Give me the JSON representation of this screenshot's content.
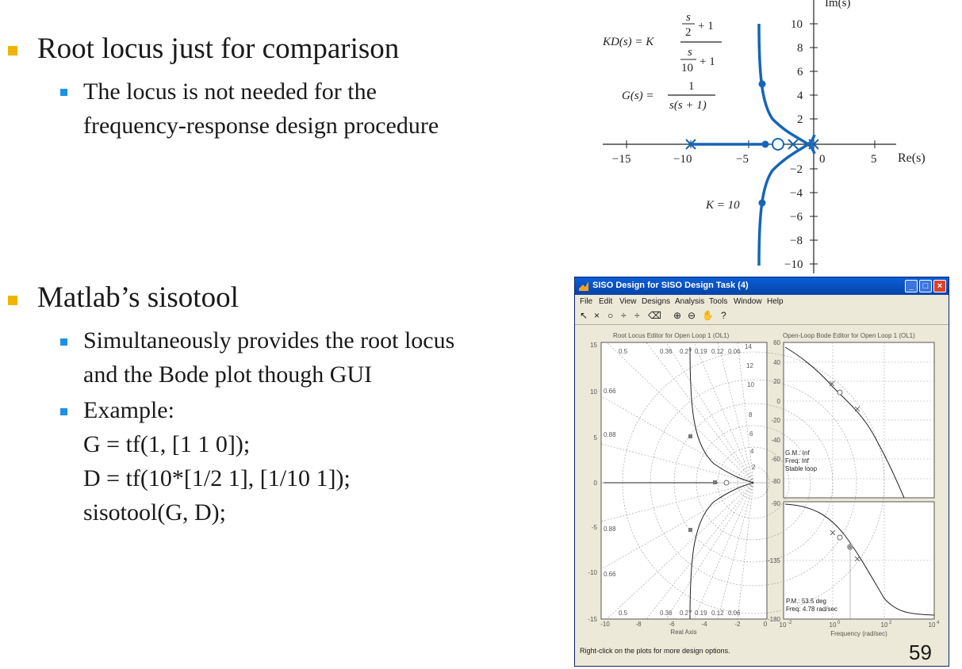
{
  "slide": {
    "bullet1": "Root locus just for comparison",
    "bullet1_sub": [
      "The locus is not needed for the",
      "frequency-response design procedure"
    ],
    "bullet2": "Matlab’s sisotool",
    "bullet2_sub1": [
      "Simultaneously provides the root locus",
      "and the Bode plot though GUI"
    ],
    "bullet2_sub2_label": "Example:",
    "code_lines": [
      "G = tf(1, [1 1 0]);",
      "D = tf(10*[1/2 1], [1/10 1]);",
      "sisotool(G, D);"
    ],
    "page_number": "59"
  },
  "figure": {
    "kd_lhs": "KD(s) = K",
    "kd_num": [
      "s",
      "2",
      "+ 1"
    ],
    "kd_den": [
      "s",
      "10",
      "+ 1"
    ],
    "g_lhs": "G(s) =",
    "g_num": "1",
    "g_den": "s(s + 1)",
    "k_label": "K = 10",
    "axis_im": "Im(s)",
    "axis_re": "Re(s)",
    "x_ticks": [
      "−15",
      "−10",
      "−5",
      "0",
      "5"
    ],
    "y_ticks": [
      "10",
      "8",
      "6",
      "4",
      "2",
      "−2",
      "−4",
      "−6",
      "−8",
      "−10"
    ]
  },
  "matlab": {
    "title": "SISO Design for SISO Design Task (4)",
    "menu": [
      "File",
      "Edit",
      "View",
      "Designs",
      "Analysis",
      "Tools",
      "Window",
      "Help"
    ],
    "toolbar_icons": [
      "pointer-icon",
      "add-pole-icon",
      "add-zero-icon",
      "add-lead-icon",
      "add-lag-icon",
      "eraser-icon",
      "zoom-in-icon",
      "zoom-out-icon",
      "pan-icon",
      "help-icon"
    ],
    "rl_title": "Root Locus Editor for Open Loop 1 (OL1)",
    "rl_xlabel": "Real Axis",
    "rl_xticks": [
      "-10",
      "-8",
      "-6",
      "-4",
      "-2",
      "0"
    ],
    "rl_yticks": [
      "15",
      "10",
      "5",
      "0",
      "-5",
      "-10",
      "-15"
    ],
    "rl_damping_top": [
      "0.5",
      "0.36",
      "0.27",
      "0.19",
      "0.12",
      "0.06"
    ],
    "rl_damping_left": [
      "0.66",
      "0.88"
    ],
    "rl_damping_left_bottom": [
      "0.88",
      "0.66"
    ],
    "rl_damping_bottom": [
      "0.5",
      "0.36",
      "0.27",
      "0.19",
      "0.12",
      "0.06"
    ],
    "rl_wn_labels": [
      "14",
      "12",
      "10",
      "8",
      "6",
      "4",
      "2"
    ],
    "bode_title": "Open-Loop Bode Editor for Open Loop 1 (OL1)",
    "mag_yticks": [
      "60",
      "40",
      "20",
      "0",
      "-20",
      "-40",
      "-60",
      "-80"
    ],
    "mag_info": [
      "G.M.: Inf",
      "Freq: Inf",
      "Stable loop"
    ],
    "phase_yticks": [
      "-90",
      "-135",
      "-180"
    ],
    "phase_info": [
      "P.M.: 53.5 deg",
      "Freq: 4.78 rad/sec"
    ],
    "bode_xlabel": "Frequency (rad/sec)",
    "bode_xticks": [
      "10",
      "10",
      "10",
      "10"
    ],
    "bode_xtick_exp": [
      "-2",
      "0",
      "2",
      "4"
    ],
    "status_text": "Right-click on the plots for more design options."
  },
  "colors": {
    "accent_yellow": "#f0b400",
    "accent_blue": "#1e90e6",
    "locus_blue": "#1565b8"
  }
}
